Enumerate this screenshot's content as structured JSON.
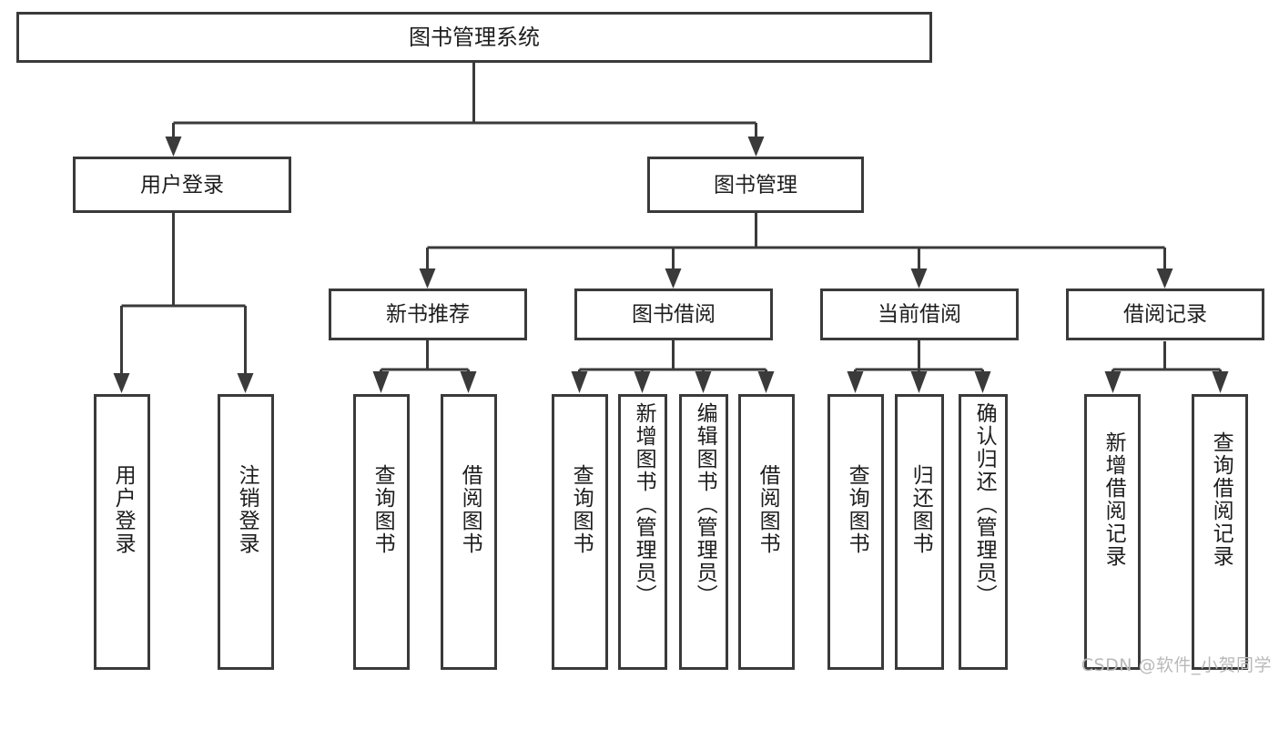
{
  "diagram": {
    "type": "tree",
    "title": "图书管理系统",
    "orientation": "top-down",
    "watermark": "CSDN @软件_小贺同学",
    "colors": {
      "background": "#ffffff",
      "box_fill": "#ffffff",
      "box_stroke": "#3a3a3a",
      "text": "#1d1d1d",
      "watermark": "#b9b9b9"
    },
    "levels": {
      "root": "图书管理系统",
      "level2": [
        "用户登录",
        "图书管理"
      ],
      "level3": [
        "新书推荐",
        "图书借阅",
        "当前借阅",
        "借阅记录"
      ],
      "level4": [
        "用户登录",
        "注销登录",
        "查询图书",
        "借阅图书",
        "查询图书",
        "新增图书（管理员）",
        "编辑图书（管理员）",
        "借阅图书",
        "查询图书",
        "归还图书",
        "确认归还（管理员）",
        "新增借阅记录",
        "查询借阅记录"
      ]
    },
    "nodes": {
      "root": {
        "label": "图书管理系统"
      },
      "user_login": {
        "label": "用户登录"
      },
      "book_manage": {
        "label": "图书管理"
      },
      "new_book_rec": {
        "label": "新书推荐"
      },
      "book_borrow": {
        "label": "图书借阅"
      },
      "current_borrow": {
        "label": "当前借阅"
      },
      "borrow_record": {
        "label": "借阅记录"
      },
      "leaf_user_login": {
        "label": "用户登录"
      },
      "leaf_logout": {
        "label": "注销登录"
      },
      "leaf_query_book_1": {
        "label": "查询图书"
      },
      "leaf_borrow_book_1": {
        "label": "借阅图书"
      },
      "leaf_query_book_2": {
        "label": "查询图书"
      },
      "leaf_add_book": {
        "label": "新增图书（管理员）"
      },
      "leaf_edit_book": {
        "label": "编辑图书（管理员）"
      },
      "leaf_borrow_book_2": {
        "label": "借阅图书"
      },
      "leaf_query_book_3": {
        "label": "查询图书"
      },
      "leaf_return_book": {
        "label": "归还图书"
      },
      "leaf_confirm_return": {
        "label": "确认归还（管理员）"
      },
      "leaf_add_record": {
        "label": "新增借阅记录"
      },
      "leaf_query_record": {
        "label": "查询借阅记录"
      }
    },
    "edges": [
      {
        "from": "root",
        "to": "user_login"
      },
      {
        "from": "root",
        "to": "book_manage"
      },
      {
        "from": "user_login",
        "to": "leaf_user_login"
      },
      {
        "from": "user_login",
        "to": "leaf_logout"
      },
      {
        "from": "book_manage",
        "to": "new_book_rec"
      },
      {
        "from": "book_manage",
        "to": "book_borrow"
      },
      {
        "from": "book_manage",
        "to": "current_borrow"
      },
      {
        "from": "book_manage",
        "to": "borrow_record"
      },
      {
        "from": "new_book_rec",
        "to": "leaf_query_book_1"
      },
      {
        "from": "new_book_rec",
        "to": "leaf_borrow_book_1"
      },
      {
        "from": "book_borrow",
        "to": "leaf_query_book_2"
      },
      {
        "from": "book_borrow",
        "to": "leaf_add_book"
      },
      {
        "from": "book_borrow",
        "to": "leaf_edit_book"
      },
      {
        "from": "book_borrow",
        "to": "leaf_borrow_book_2"
      },
      {
        "from": "current_borrow",
        "to": "leaf_query_book_3"
      },
      {
        "from": "current_borrow",
        "to": "leaf_return_book"
      },
      {
        "from": "current_borrow",
        "to": "leaf_confirm_return"
      },
      {
        "from": "borrow_record",
        "to": "leaf_add_record"
      },
      {
        "from": "borrow_record",
        "to": "leaf_query_record"
      }
    ]
  }
}
